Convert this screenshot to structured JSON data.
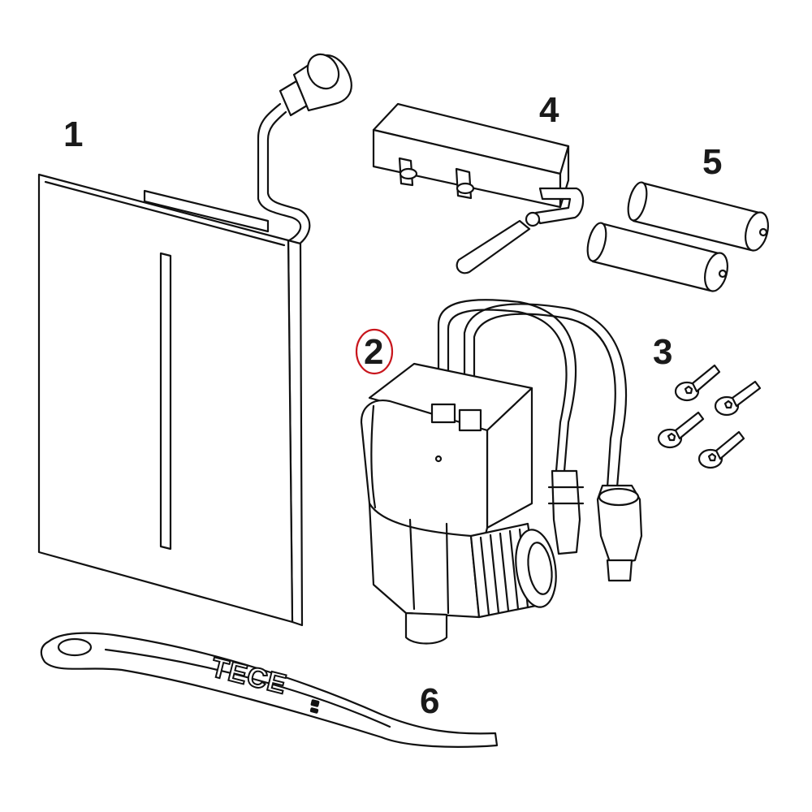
{
  "callouts": {
    "plate": "1",
    "valve": "2",
    "screws": "3",
    "control_box": "4",
    "batteries": "5",
    "tool": "6"
  },
  "highlight": {
    "target": "2",
    "color": "#c8161d"
  },
  "tool_logo": "TECE"
}
